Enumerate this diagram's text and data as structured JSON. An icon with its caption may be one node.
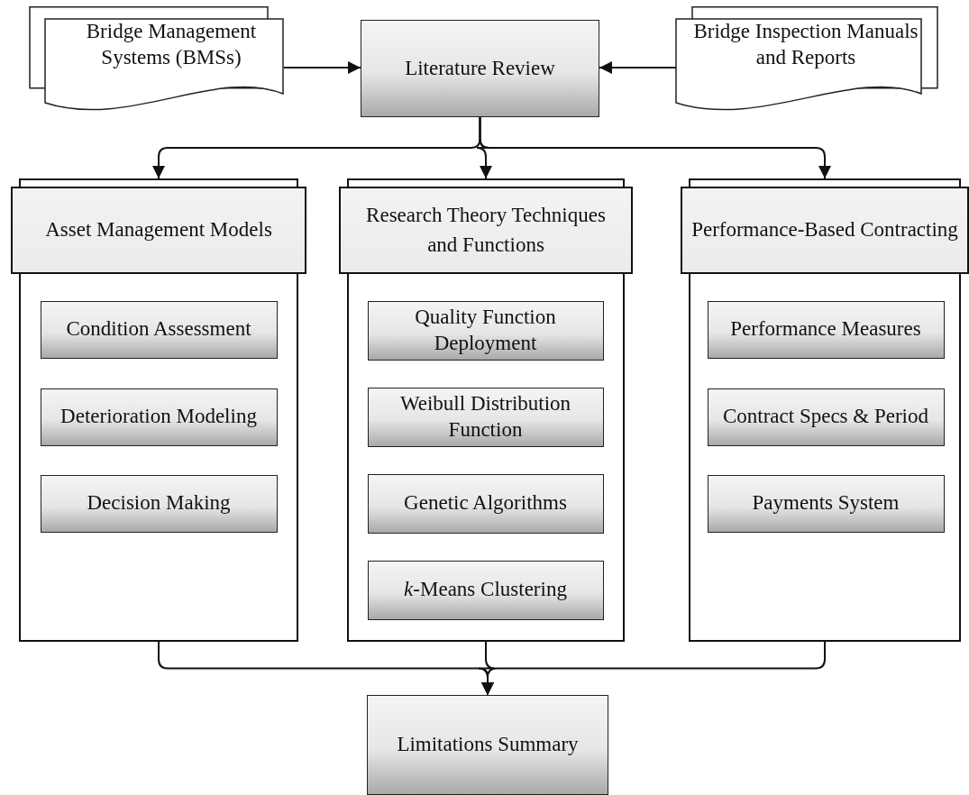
{
  "diagram": {
    "nodes": [
      {
        "text": [
          "Bridge Management Systems (BMSs)"
        ]
      },
      {
        "text": [
          "Literature Review"
        ]
      },
      {
        "text": [
          "Bridge Inspection Manuals and Reports"
        ]
      },
      {
        "text": [
          "Asset Management Models"
        ]
      },
      {
        "text": [
          "Condition Assessment"
        ],
        "in": 3
      },
      {
        "text": [
          "Deterioration Modeling"
        ],
        "in": 3
      },
      {
        "text": [
          "Decision Making"
        ],
        "in": 3
      },
      {
        "text": [
          "Research Theory Techniques and Functions"
        ]
      },
      {
        "text": [
          "Quality Function Deployment"
        ],
        "in": 7
      },
      {
        "text": [
          "Weibull Distribution Function"
        ],
        "in": 7
      },
      {
        "text": [
          "Genetic Algorithms"
        ],
        "in": 7
      },
      {
        "text": [
          "*k*-Means Clustering"
        ],
        "in": 7
      },
      {
        "text": [
          "Performance-Based Contracting"
        ]
      },
      {
        "text": [
          "Performance Measures"
        ],
        "in": 12
      },
      {
        "text": [
          "Contract Specs & Period"
        ],
        "in": 12
      },
      {
        "text": [
          "Payments System"
        ],
        "in": 12
      },
      {
        "text": [
          "Limitations Summary"
        ]
      }
    ],
    "edges": [
      {
        "from": 0,
        "to": 1,
        "arrow": "to"
      },
      {
        "from": 2,
        "to": 1,
        "arrow": "to"
      },
      {
        "from": 1,
        "to": 3,
        "arrow": "to"
      },
      {
        "from": 1,
        "to": 7,
        "arrow": "to"
      },
      {
        "from": 1,
        "to": 12,
        "arrow": "to"
      },
      {
        "from": 3,
        "to": 16,
        "arrow": "to"
      },
      {
        "from": 7,
        "to": 16,
        "arrow": "to"
      },
      {
        "from": 12,
        "to": 16,
        "arrow": "to"
      }
    ]
  }
}
